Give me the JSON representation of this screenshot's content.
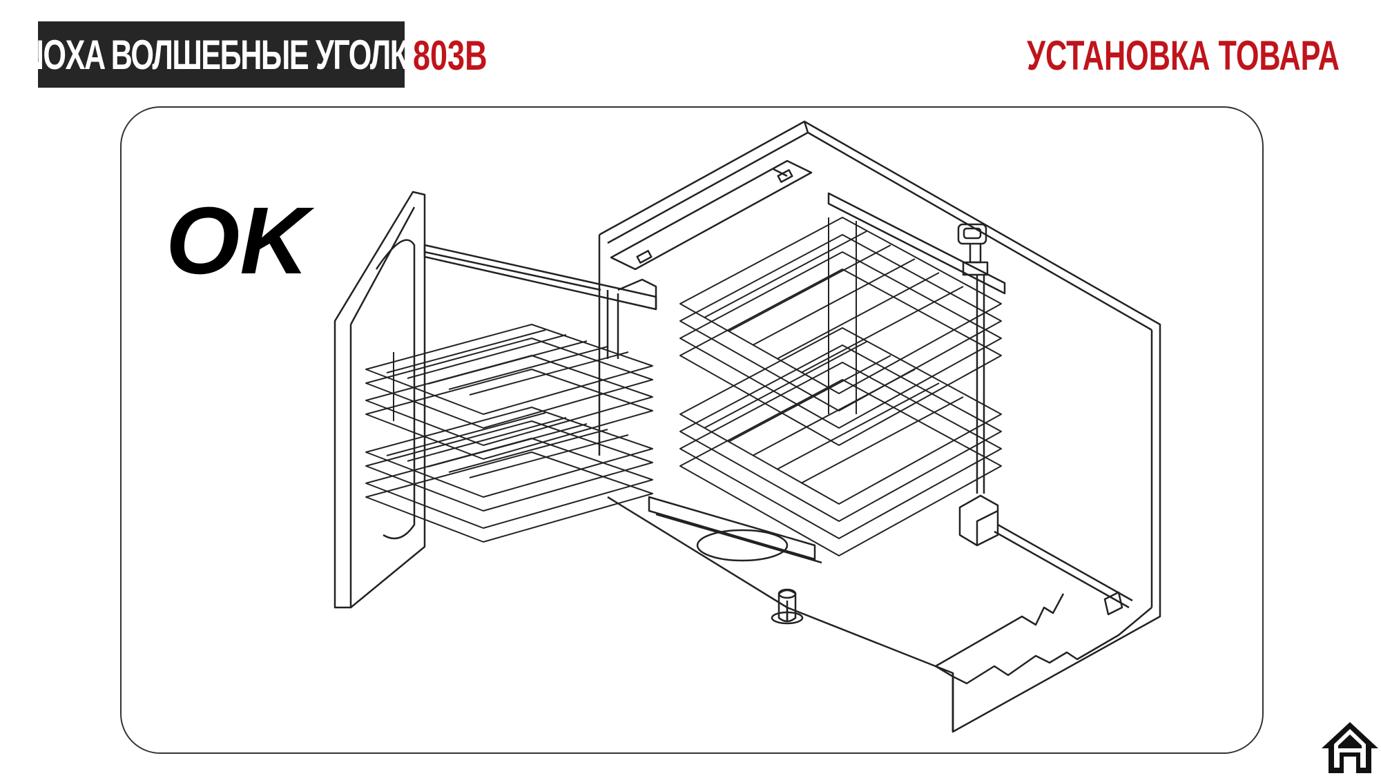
{
  "header": {
    "brand_title": "INOXA ВОЛШЕБНЫЕ УГОЛКИ",
    "model_code": "803B",
    "section_title": "УСТАНОВКА ТОВАРА"
  },
  "illustration": {
    "status_label": "OK",
    "subject": "corner-cabinet-pullout-baskets-drawing"
  },
  "navigation": {
    "home_icon": "home-icon"
  },
  "colors": {
    "accent_red": "#c0141b",
    "brand_box_bg": "#262626",
    "line": "#222222"
  }
}
